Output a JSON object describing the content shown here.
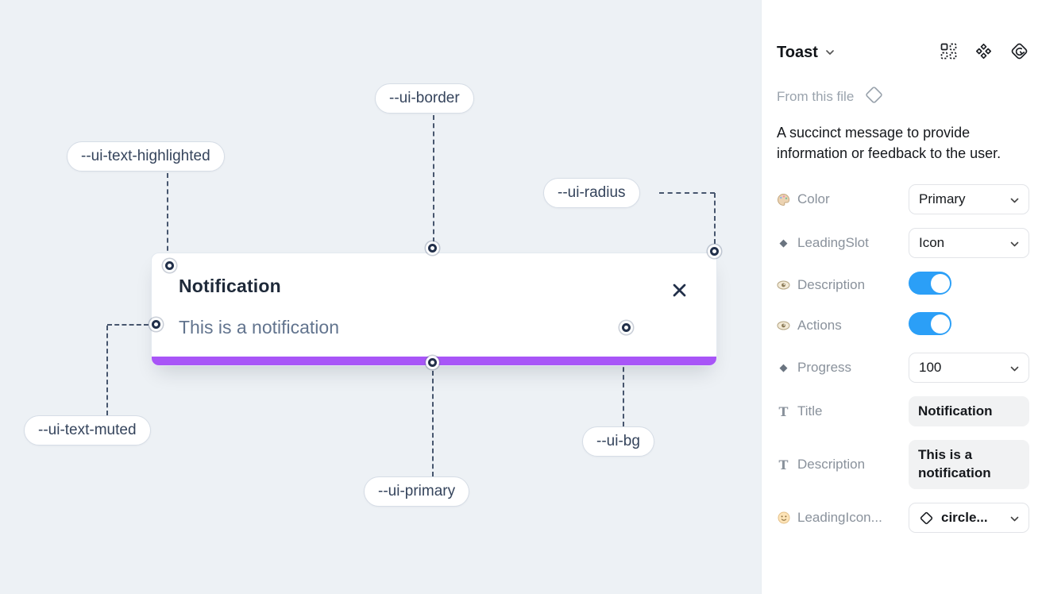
{
  "canvas": {
    "toast": {
      "title": "Notification",
      "description": "This is a notification"
    },
    "variable_labels": {
      "border": "--ui-border",
      "text_highlighted": "--ui-text-highlighted",
      "radius": "--ui-radius",
      "text_muted": "--ui-text-muted",
      "primary": "--ui-primary",
      "bg": "--ui-bg"
    }
  },
  "panel": {
    "header": {
      "title": "Toast"
    },
    "source_label": "From this file",
    "description": "A succinct message to provide information or feedback to the user.",
    "properties": [
      {
        "icon": "palette",
        "label": "Color",
        "control": "select",
        "value": "Primary"
      },
      {
        "icon": "diamond",
        "label": "LeadingSlot",
        "control": "select",
        "value": "Icon"
      },
      {
        "icon": "eye",
        "label": "Description",
        "control": "toggle",
        "value": "on"
      },
      {
        "icon": "eye",
        "label": "Actions",
        "control": "toggle",
        "value": "on"
      },
      {
        "icon": "diamond",
        "label": "Progress",
        "control": "select",
        "value": "100"
      },
      {
        "icon": "text",
        "label": "Title",
        "control": "textfield",
        "value": "Notification"
      },
      {
        "icon": "text",
        "label": "Description",
        "control": "textfield",
        "value": "This is a notification"
      },
      {
        "icon": "smiley",
        "label": "LeadingIcon...",
        "control": "select",
        "value": "circle..."
      }
    ]
  },
  "colors": {
    "canvas_bg": "#edf1f5",
    "toast_progress_purple": "#a855f7",
    "toggle_on_blue": "#2b9ff7",
    "connector_slate": "#47566e",
    "title_navy": "#1e2939",
    "muted_text": "#62748e"
  }
}
